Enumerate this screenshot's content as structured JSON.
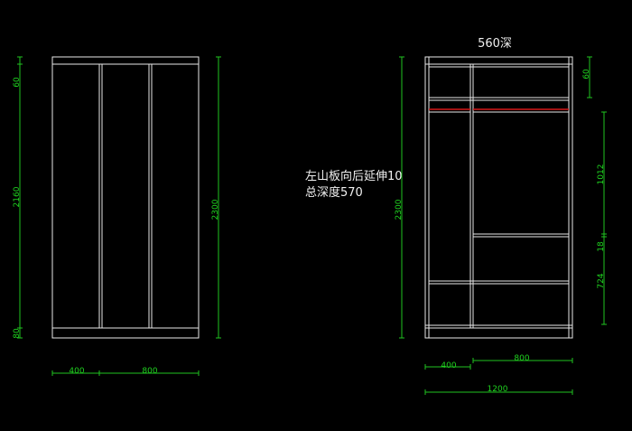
{
  "front_view": {
    "dims": {
      "top_height": "60",
      "body_height": "2160",
      "base_height": "80",
      "total_height": "2300",
      "width_left": "400",
      "width_right": "800"
    }
  },
  "side_view": {
    "title": "560深",
    "dims": {
      "total_height": "2300",
      "top_height": "60",
      "upper_height": "1012",
      "mid_height": "18",
      "lower_height": "724",
      "width_left": "400",
      "width_right": "800",
      "total_width": "1200"
    }
  },
  "notes": {
    "line1": "左山板向后延伸10",
    "line2": "总深度570"
  },
  "colors": {
    "outline": "#e8e8e8",
    "dimension": "#21c321",
    "rail": "#d81818",
    "background": "#000000"
  }
}
